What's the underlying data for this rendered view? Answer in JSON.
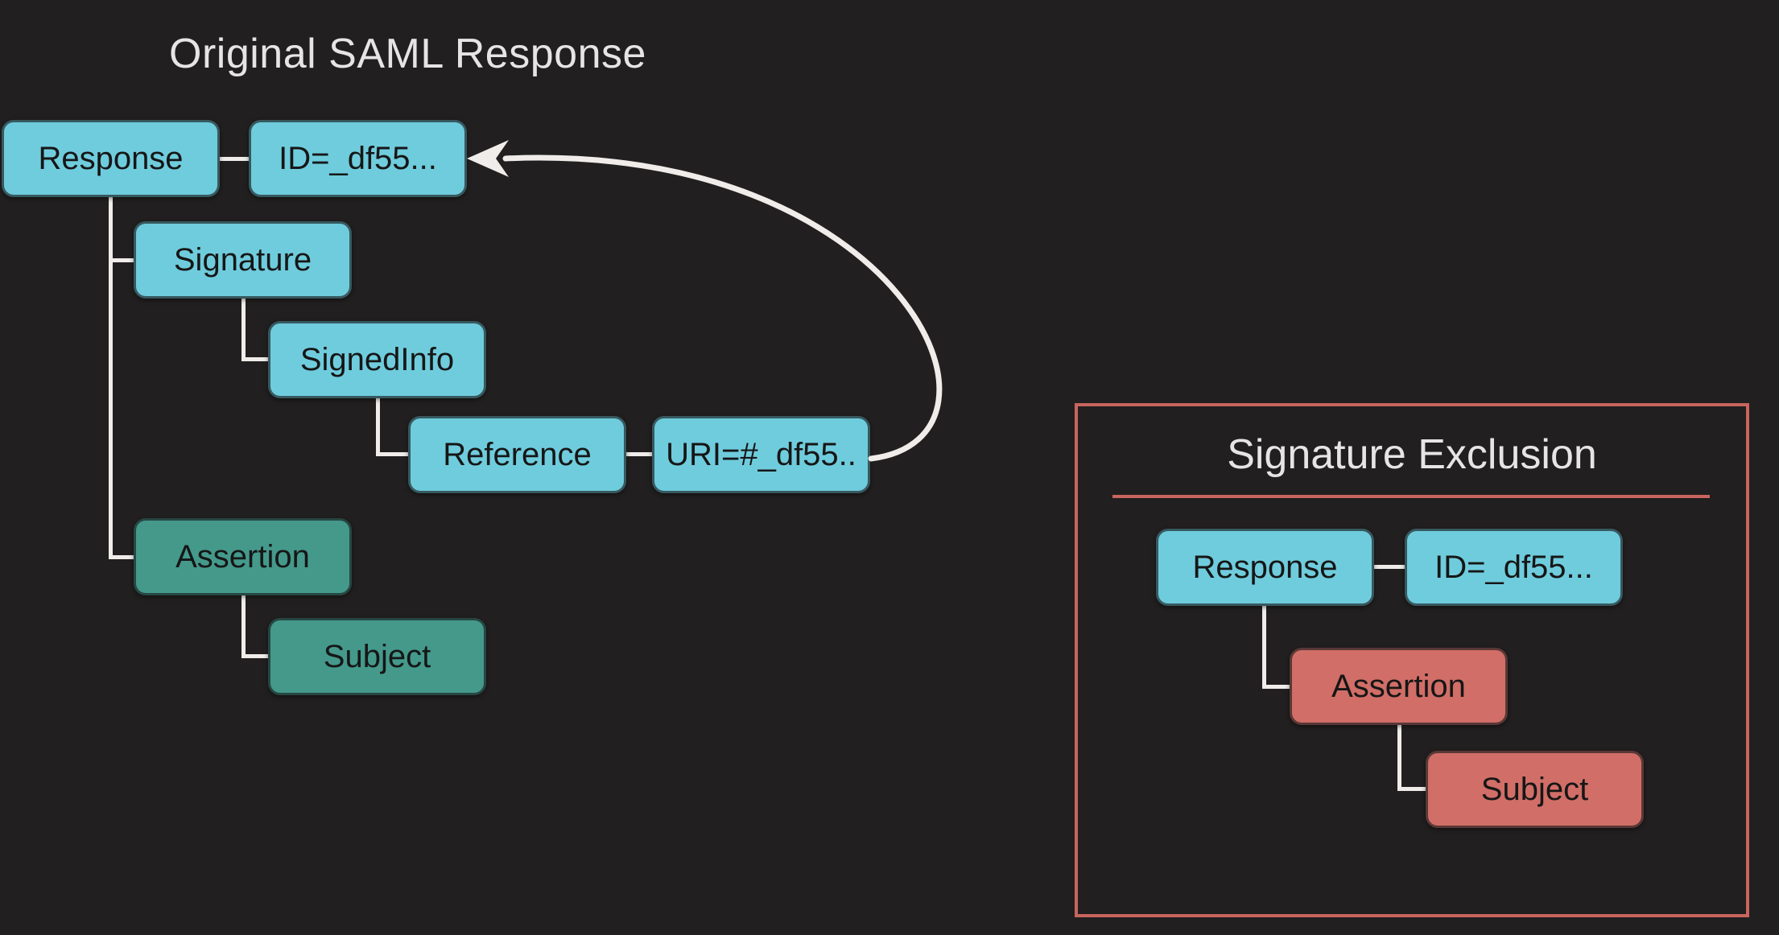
{
  "left_diagram": {
    "title": "Original SAML Response",
    "nodes": {
      "response": "Response",
      "id_attr": "ID=_df55...",
      "signature": "Signature",
      "signedinfo": "SignedInfo",
      "reference": "Reference",
      "uri_attr": "URI=#_df55..",
      "assertion": "Assertion",
      "subject": "Subject"
    },
    "edges": [
      {
        "from": "response",
        "to": "id_attr"
      },
      {
        "from": "response",
        "to": "signature"
      },
      {
        "from": "response",
        "to": "assertion"
      },
      {
        "from": "signature",
        "to": "signedinfo"
      },
      {
        "from": "signedinfo",
        "to": "reference"
      },
      {
        "from": "reference",
        "to": "uri_attr"
      },
      {
        "from": "assertion",
        "to": "subject"
      }
    ],
    "arrow": {
      "from": "uri_attr",
      "to": "id_attr"
    }
  },
  "right_panel": {
    "title": "Signature Exclusion",
    "nodes": {
      "response": "Response",
      "id_attr": "ID=_df55...",
      "assertion": "Assertion",
      "subject": "Subject"
    },
    "edges": [
      {
        "from": "response",
        "to": "id_attr"
      },
      {
        "from": "response",
        "to": "assertion"
      },
      {
        "from": "assertion",
        "to": "subject"
      }
    ]
  },
  "colors": {
    "background": "#211f1f",
    "node_cyan": "#6fccdd",
    "node_green": "#44998b",
    "node_red": "#d16e67",
    "panel_border": "#c8655e",
    "connector": "#efecea",
    "title_text": "#e6e4e4",
    "node_text": "#161616"
  }
}
